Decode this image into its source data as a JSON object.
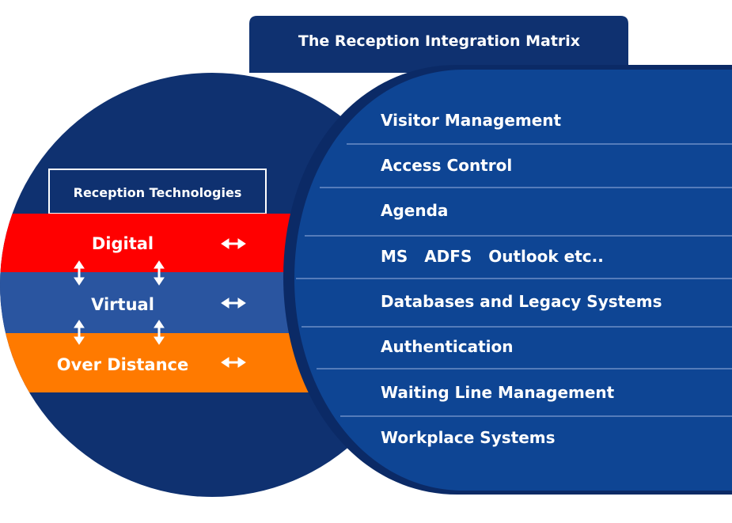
{
  "title": "The Reception Integration Matrix",
  "reception_technologies": {
    "heading": "Reception Technologies",
    "layers": [
      {
        "label": "Digital",
        "color": "#ff0000"
      },
      {
        "label": "Virtual",
        "color": "#2a55a0"
      },
      {
        "label": "Over Distance",
        "color": "#ff7a00"
      }
    ]
  },
  "integrations": [
    {
      "label": "Visitor Management"
    },
    {
      "label": "Access Control"
    },
    {
      "label": "Agenda"
    },
    {
      "label": "MS   ADFS   Outlook etc.."
    },
    {
      "label": "Databases and Legacy Systems"
    },
    {
      "label": "Authentication"
    },
    {
      "label": "Waiting Line Management"
    },
    {
      "label": "Workplace Systems"
    }
  ],
  "colors": {
    "dark_navy": "#0f3170",
    "panel_blue": "#0e4594",
    "divider": "#6d8fc7",
    "box_border": "#ffffff"
  }
}
